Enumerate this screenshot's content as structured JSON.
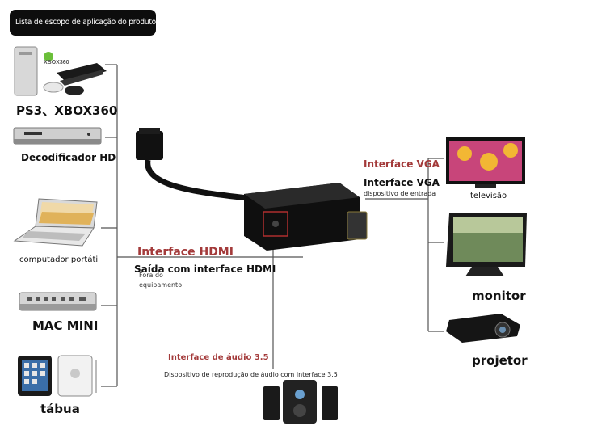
{
  "header": {
    "title": "Lista de escopo de aplicação do produto"
  },
  "sources": {
    "consoles": "PS3、XBOX360",
    "decoder": "Decodificador HD",
    "laptop": "computador portátil",
    "macmini": "MAC MINI",
    "tablet": "tábua"
  },
  "hdmi": {
    "title": "Interface HDMI",
    "subtitle": "Saída com interface HDMI",
    "note": "Fora do equipamento"
  },
  "vga": {
    "title": "Interface VGA",
    "subtitle": "Interface VGA",
    "note": "dispositivo de entrada"
  },
  "audio": {
    "title": "Interface de áudio 3.5",
    "note": "Dispositivo de reprodução de áudio com interface 3.5"
  },
  "outputs": {
    "tv": "televisão",
    "monitor": "monitor",
    "projector": "projetor"
  },
  "logos": {
    "xbox": "XBOX360"
  },
  "colors": {
    "accent": "#a33a3a",
    "line": "#555555",
    "header_bg": "#0d0d0d"
  }
}
